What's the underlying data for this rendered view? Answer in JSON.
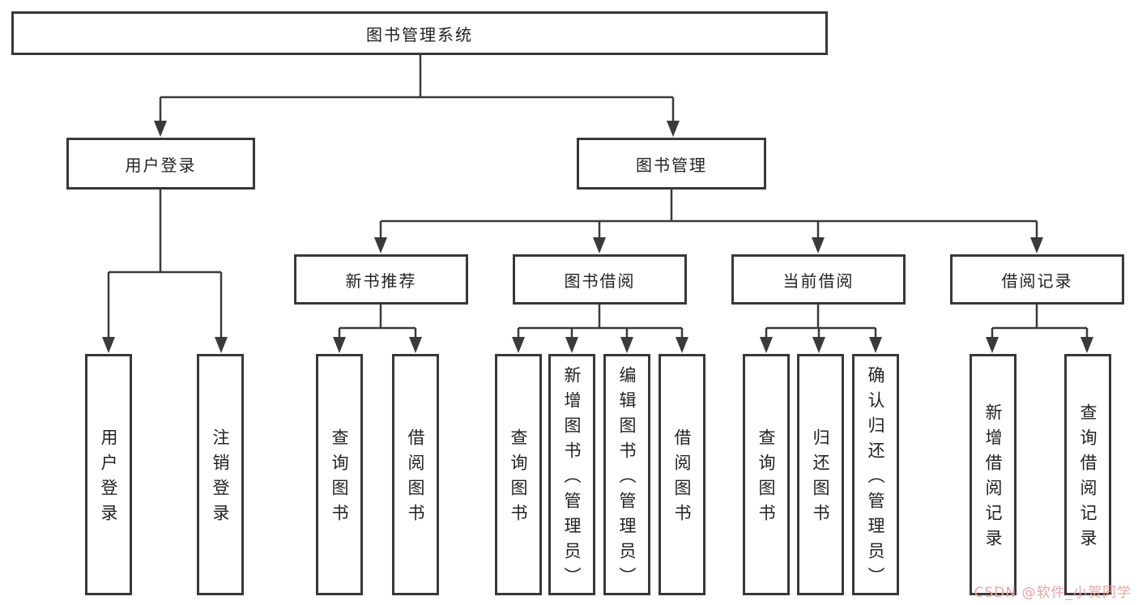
{
  "tree": {
    "label": "图书管理系统",
    "children": [
      {
        "label": "用户登录",
        "children": [
          {
            "label": "用户登录"
          },
          {
            "label": "注销登录"
          }
        ]
      },
      {
        "label": "图书管理",
        "children": [
          {
            "label": "新书推荐",
            "children": [
              {
                "label": "查询图书"
              },
              {
                "label": "借阅图书"
              }
            ]
          },
          {
            "label": "图书借阅",
            "children": [
              {
                "label": "查询图书"
              },
              {
                "label": "新增图书（管理员）"
              },
              {
                "label": "编辑图书（管理员）"
              },
              {
                "label": "借阅图书"
              }
            ]
          },
          {
            "label": "当前借阅",
            "children": [
              {
                "label": "查询图书"
              },
              {
                "label": "归还图书"
              },
              {
                "label": "确认归还（管理员）"
              }
            ]
          },
          {
            "label": "借阅记录",
            "children": [
              {
                "label": "新增借阅记录"
              },
              {
                "label": "查询借阅记录"
              }
            ]
          }
        ]
      }
    ]
  },
  "watermark": {
    "text": "CSDN @软件_小贺同学",
    "color": "#f0a2a2"
  },
  "colors": {
    "line": "#3a3a3a",
    "border": "#383838",
    "box_fill": "#ffffff",
    "text": "#222222",
    "background": "#ffffff"
  }
}
